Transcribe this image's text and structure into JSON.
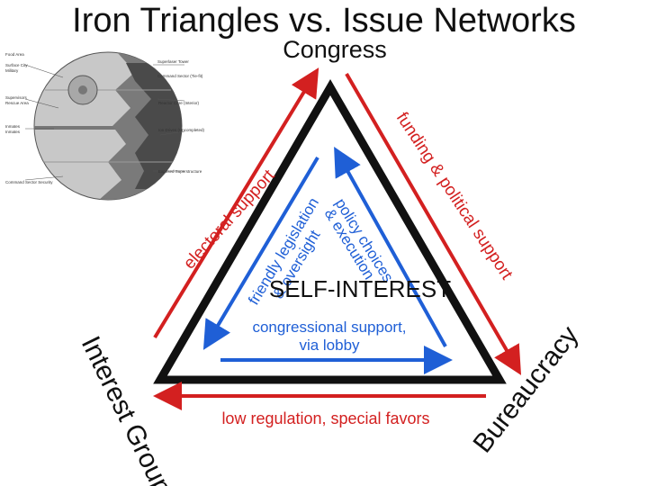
{
  "title": "Iron Triangles vs. Issue Networks",
  "nodes": {
    "top": "Congress",
    "left": "Interest Group",
    "right": "Bureaucracy"
  },
  "outer_edges": {
    "left": "electoral support",
    "right": "funding & political support",
    "bottom": "low regulation, special favors"
  },
  "inner_edges": {
    "left_line1": "friendly legislation",
    "left_line2": "& oversight",
    "right_line1": "policy choices",
    "right_line2": "& execution",
    "bottom_line1": "congressional support,",
    "bottom_line2": "via lobby"
  },
  "center_label": "SELF-INTEREST",
  "death_star": {
    "labels_left": [
      "Food Area",
      "Surface City",
      "Military",
      "Supervisors",
      "Rescue Area",
      "Inmates",
      "Inmates",
      "Command Sector Security"
    ],
    "labels_right": [
      "Superlaser Tower",
      "Command Sector (Tie-fit)",
      "Reactor Core (Interior)",
      "Ion Drives (Uncompleted)",
      "Exposed Superstructure"
    ]
  },
  "colors": {
    "red": "#d32020",
    "blue": "#1f5fd6",
    "black": "#111111"
  }
}
